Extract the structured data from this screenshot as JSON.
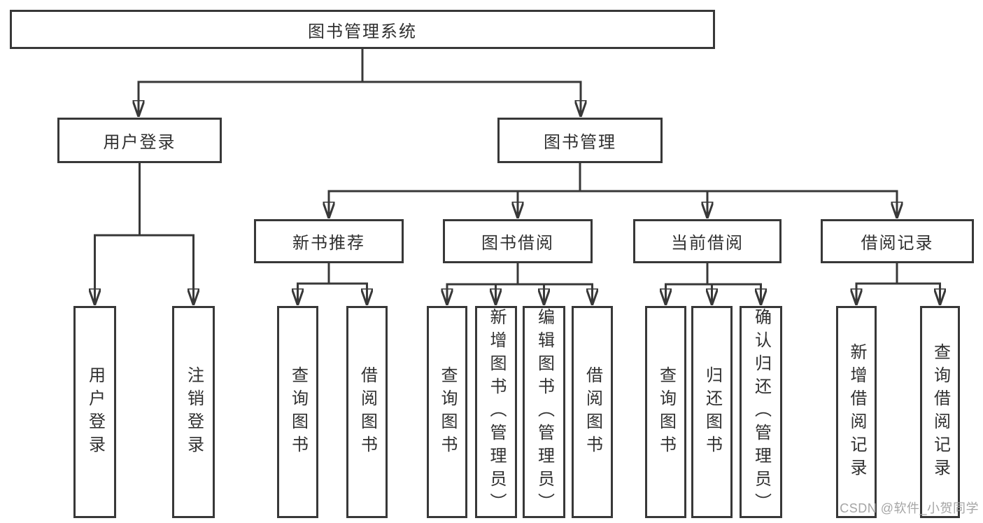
{
  "diagram": {
    "title": "图书管理系统",
    "branches": [
      {
        "label": "用户登录",
        "leaves": [
          "用户登录",
          "注销登录"
        ]
      },
      {
        "label": "图书管理",
        "groups": [
          {
            "label": "新书推荐",
            "leaves": [
              "查询图书",
              "借阅图书"
            ]
          },
          {
            "label": "图书借阅",
            "leaves": [
              "查询图书",
              "新增图书（管理员）",
              "编辑图书（管理员）",
              "借阅图书"
            ]
          },
          {
            "label": "当前借阅",
            "leaves": [
              "查询图书",
              "归还图书",
              "确认归还（管理员）"
            ]
          },
          {
            "label": "借阅记录",
            "leaves": [
              "新增借阅记录",
              "查询借阅记录"
            ]
          }
        ]
      }
    ]
  },
  "watermark": {
    "text": "CSDN @软件_小贺同学"
  },
  "colors": {
    "line": "#383838",
    "text": "#303030",
    "watermark": "#a5a5a5",
    "background": "#ffffff"
  }
}
